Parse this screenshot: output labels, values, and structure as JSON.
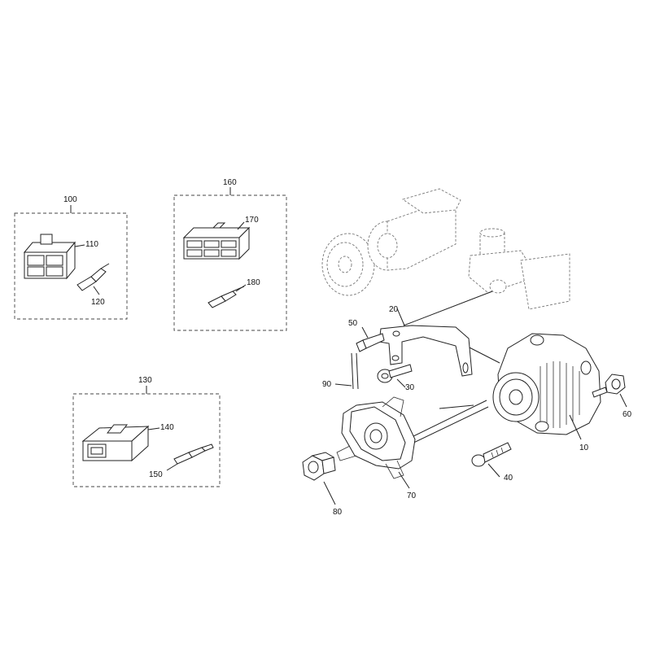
{
  "callouts": {
    "c10": "10",
    "c20": "20",
    "c30": "30",
    "c40": "40",
    "c50": "50",
    "c60": "60",
    "c70": "70",
    "c80": "80",
    "c90": "90",
    "c100": "100",
    "c110": "110",
    "c120": "120",
    "c130": "130",
    "c140": "140",
    "c150": "150",
    "c160": "160",
    "c170": "170",
    "c180": "180"
  }
}
